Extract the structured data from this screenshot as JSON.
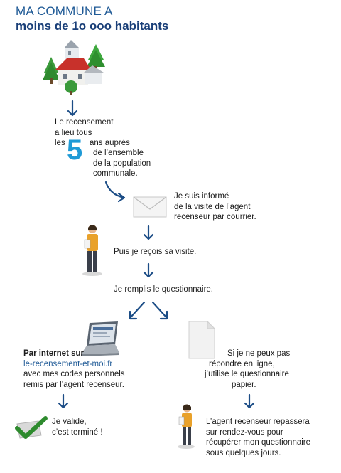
{
  "header": {
    "title_line1": "MA COMMUNE A",
    "title_line2": "moins de 1o ooo habitants"
  },
  "step_census": {
    "line1": "Le recensement",
    "line2": "a lieu tous",
    "line3_prefix": "les",
    "big_number": "5",
    "line3_suffix": "ans auprès",
    "line4": "de l’ensemble",
    "line5": "de la population",
    "line6": "communale."
  },
  "step_letter": {
    "line1": "Je suis informé",
    "line2": "de la visite de l’agent",
    "line3": "recenseur par courrier."
  },
  "step_visit": {
    "text": "Puis je reçois sa visite."
  },
  "step_fill": {
    "text": "Je remplis le questionnaire."
  },
  "online": {
    "line1": "Par internet sur",
    "link": "le-recensement-et-moi.fr",
    "line3": "avec mes codes personnels",
    "line4": "remis par l’agent recenseur."
  },
  "validate": {
    "line1": "Je valide,",
    "line2": "c’est terminé !"
  },
  "paper": {
    "line1": "Si je ne peux pas",
    "line2": "répondre en ligne,",
    "line3": "j’utilise le questionnaire",
    "line4": "papier."
  },
  "pickup": {
    "line1": "L’agent recenseur repassera",
    "line2": "sur rendez-vous pour",
    "line3": "récupérer mon questionnaire",
    "line4": "sous quelques jours."
  },
  "colors": {
    "title": "#1f5a96",
    "accent_five": "#1f9ad6",
    "arrow": "#1c4d86",
    "check": "#2e8b2e"
  }
}
